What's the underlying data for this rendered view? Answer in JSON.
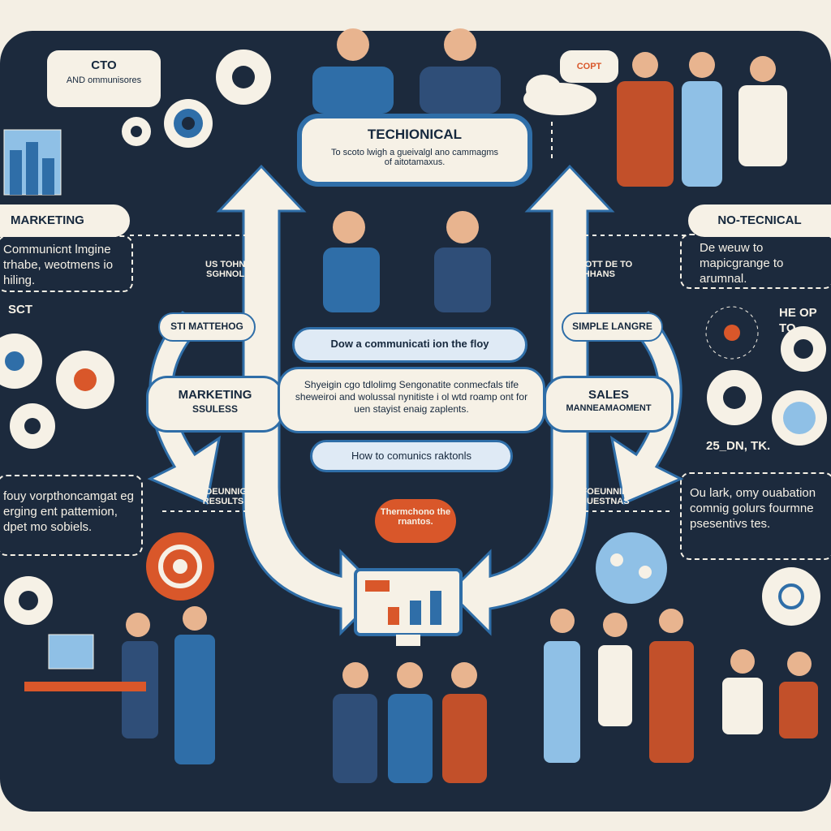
{
  "top_left": {
    "title": "CTO",
    "subtitle": "AND ommunisores"
  },
  "top_center": {
    "title": "TECHIONICAL",
    "body": "To scoto lwigh a gueivalgl ano cammagms of aitotamaxus."
  },
  "top_right_bubble": "COPT",
  "left": {
    "marketing_title": "MARKETING",
    "marketing_body": "Communicnt lmgine trhabe, weotmens io hiling.",
    "sct_label": "SCT",
    "feedback_body": "fouy vorpthoncamgat eg erging ent pattemion, dpet mo sobiels."
  },
  "right": {
    "nontech_title": "NO-TECNICAL",
    "nontech_body": "De weuw to mapicgrange to arumnal.",
    "help_label": "HE OP TO",
    "stat_label": "25_DN, TK.",
    "feedback_body": "Ou lark, omy ouabation comnig golurs fourmne psesentivs tes."
  },
  "center": {
    "us_label": "US TOHNAL SGHNOLES",
    "teh_label": "TEHHOTT DE TO FHHANS",
    "st_matching": "STI MATTEHOG",
    "simple_lang": "SIMPLE LANGRE",
    "marketing": "MARKETING",
    "marketing_sub": "SSULESS",
    "sales": "SALES",
    "sales_sub": "MANNEAMAOMENT",
    "flow_title": "Dow a communicati ion the floy",
    "flow_body": "Shyeigin cgo tdlolimg Sengonatite conmecfals tife sheweiroi and wolussal nynitiste i ol wtd roamp ont for uen stayist enaig zaplents.",
    "how_to": "How to comunics raktonls",
    "results": "FOEUNNIG RESULTS",
    "questions": "FOEUNNIE QUESTNAS",
    "orange_bubble": "Thermchono the rnantos."
  },
  "colors": {
    "navy": "#1c2a3d",
    "blue": "#2f6ea8",
    "light_blue": "#8fc0e6",
    "cream": "#f6f1e6",
    "orange": "#d9572a"
  }
}
